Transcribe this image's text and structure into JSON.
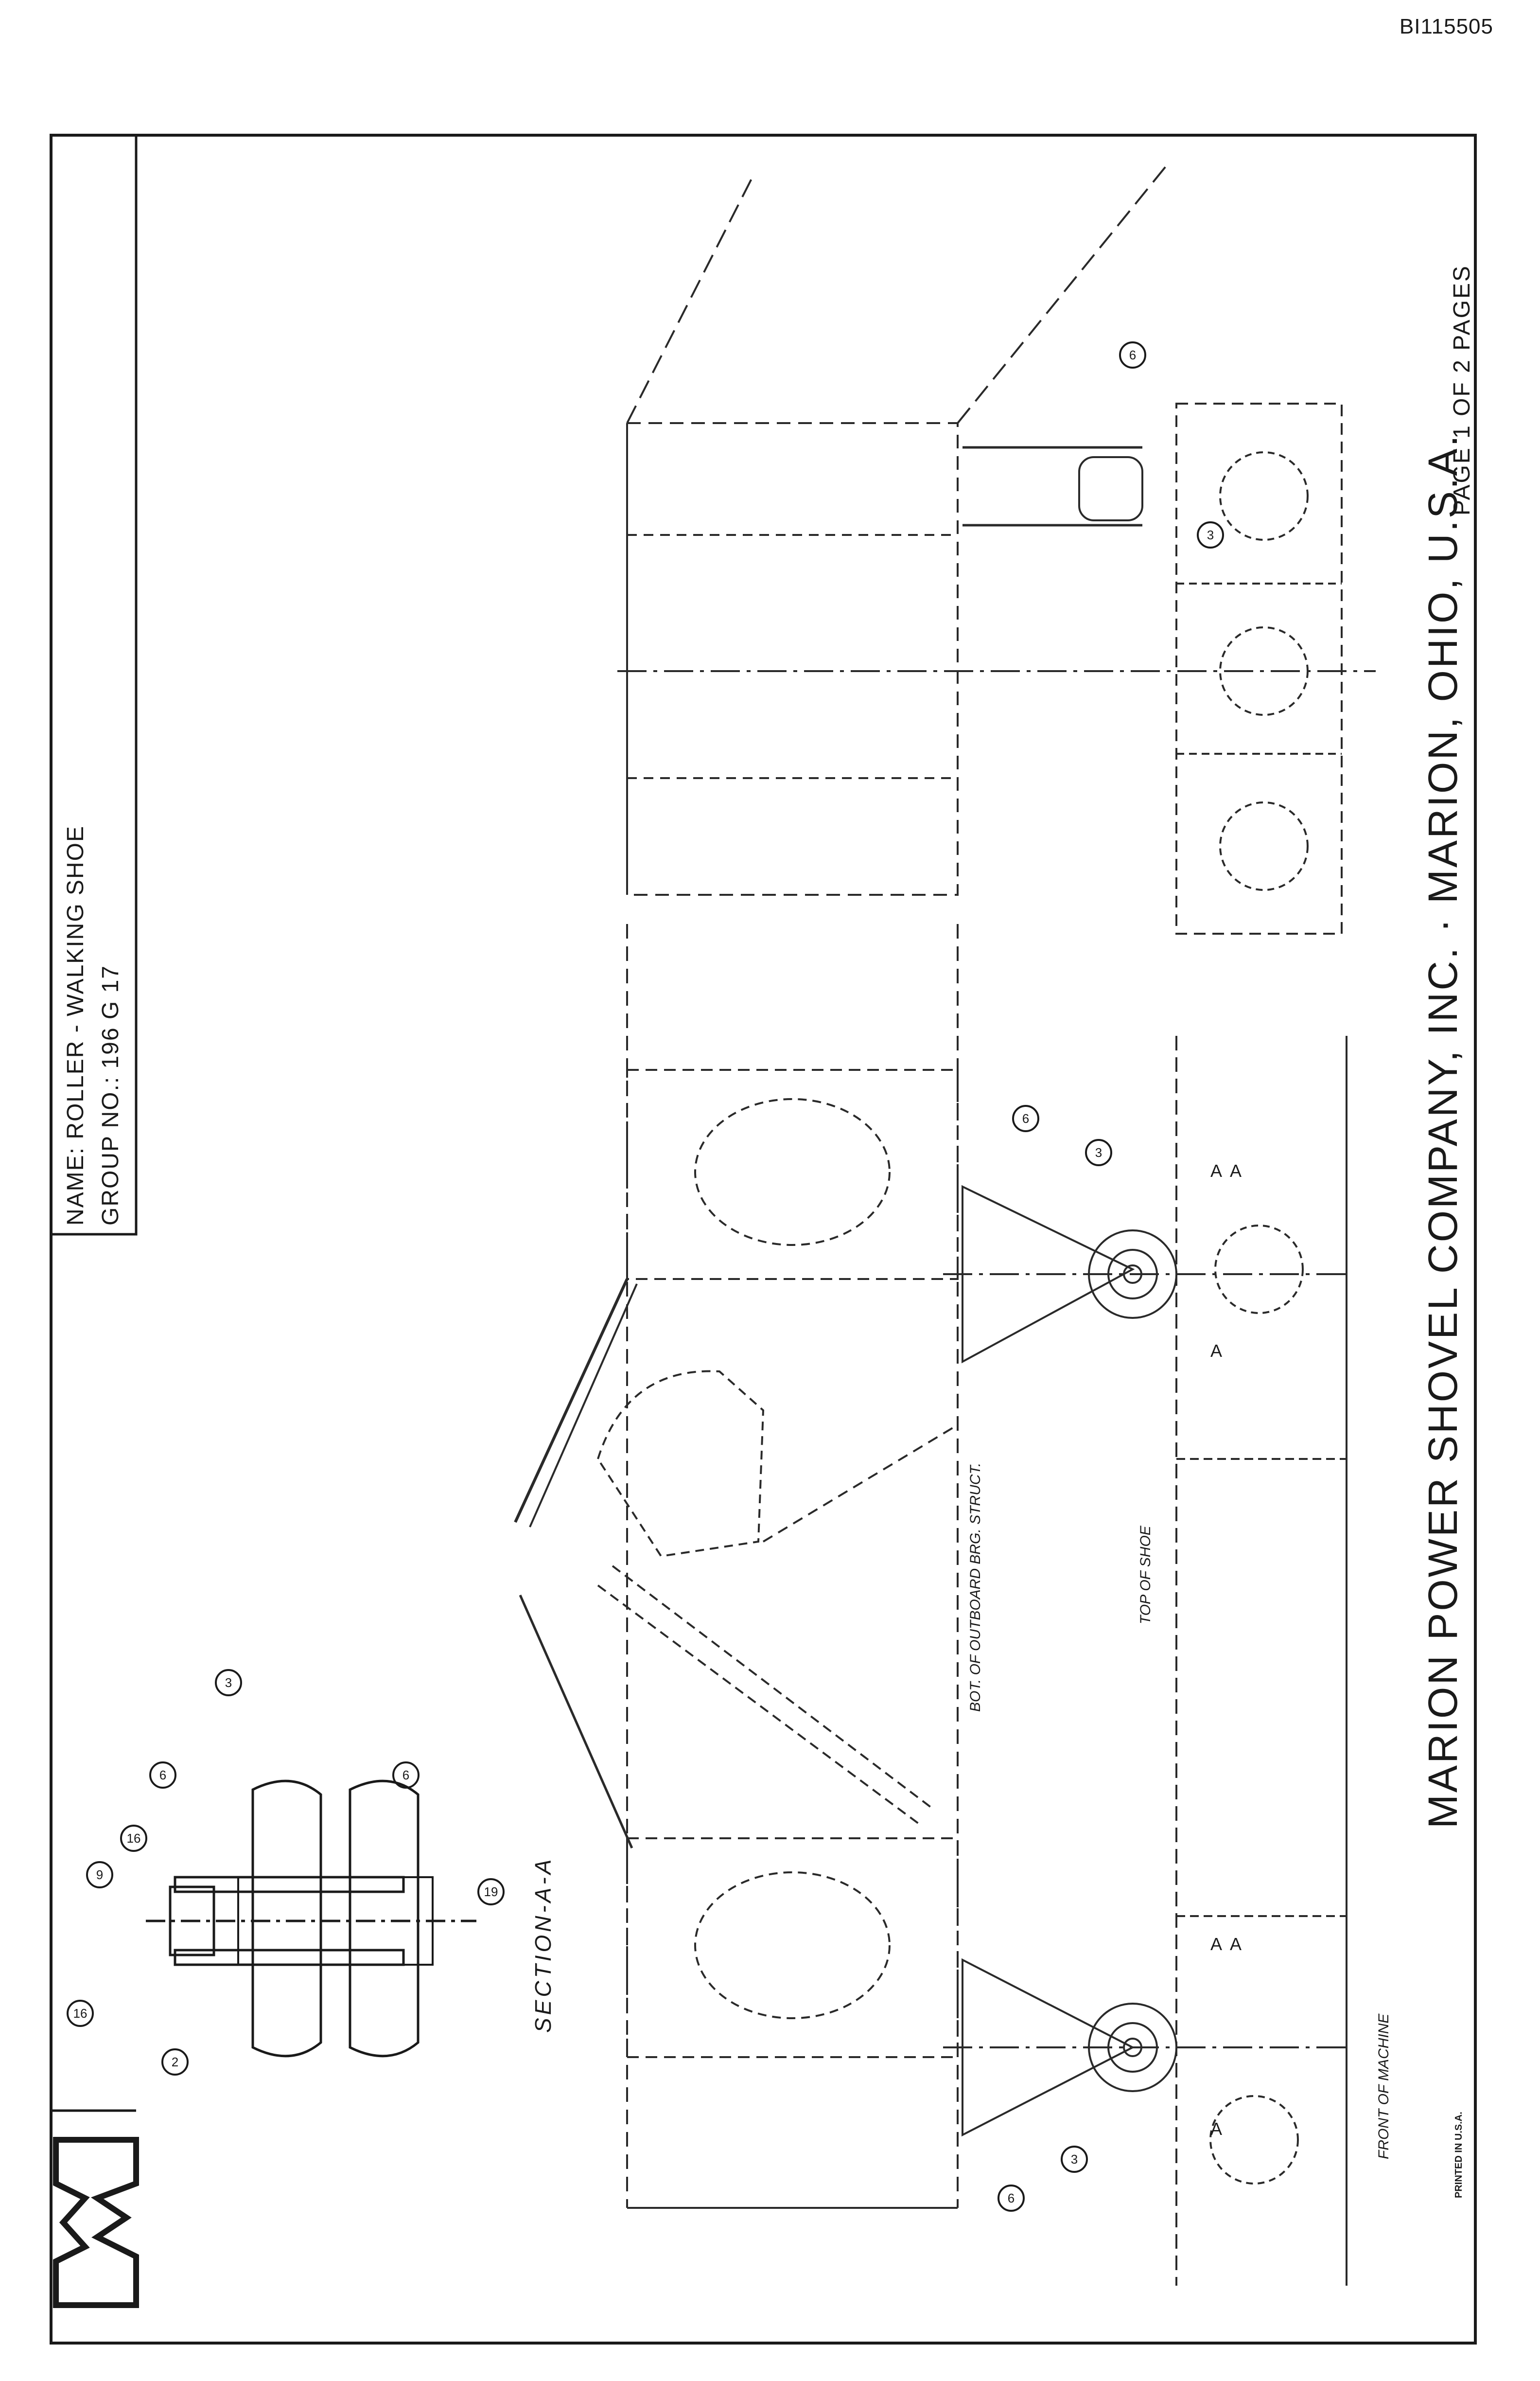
{
  "document": {
    "id": "BI115505",
    "printed": "PRINTED IN U.S.A."
  },
  "title_block": {
    "name": "NAME: ROLLER - WALKING SHOE",
    "group": "GROUP NO.: 196 G 17"
  },
  "footer": {
    "company": "MARION POWER SHOVEL COMPANY, INC. · MARION, OHIO, U.S.A.",
    "page": "PAGE  1  OF  2  PAGES"
  },
  "drawing": {
    "section_label": "SECTION-A-A",
    "notes": {
      "bearing": "BOT. OF OUTBOARD BRG. STRUCT.",
      "top_of_shoe": "TOP OF SHOE",
      "front": "FRONT OF MACHINE"
    },
    "callouts": [
      "3",
      "6",
      "6",
      "9",
      "16",
      "16",
      "19",
      "2",
      "6",
      "3",
      "6",
      "3",
      "6",
      "3"
    ],
    "section_marks": [
      "A",
      "A",
      "A",
      "A",
      "A",
      "A"
    ]
  }
}
